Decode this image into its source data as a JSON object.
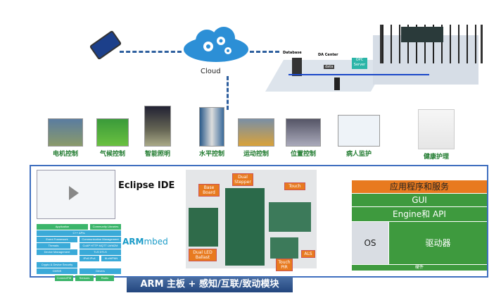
{
  "cloud": {
    "label": "Cloud"
  },
  "datacenter": {
    "database": "Database",
    "da_center": "DA Center",
    "data": "data",
    "opc": "OPC",
    "server": "Server"
  },
  "apps": [
    {
      "label": "电机控制"
    },
    {
      "label": "气候控制"
    },
    {
      "label": "智能照明"
    },
    {
      "label": "水平控制"
    },
    {
      "label": "运动控制"
    },
    {
      "label": "位置控制"
    },
    {
      "label": "病人监护"
    },
    {
      "label": "健康护理"
    }
  ],
  "software": {
    "ide": "Eclipse IDE",
    "mbed_arm": "ARM",
    "mbed": "mbed",
    "mbed_blocks": [
      "Application",
      "Community Libraries",
      "C++ APIs",
      "Event Framework",
      "Communication Management",
      "Threads",
      "CoAP HTTP MQTT LWM2M",
      "Device Management",
      "TLS DTLS",
      "IPv6 IPv4",
      "6LoWPAN",
      "Crypto & Device Security",
      "CMSIS",
      "Drivers",
      "ConnectTM",
      "Sensors",
      "Radio"
    ]
  },
  "hardware": {
    "labels": [
      "Base Board",
      "Dual Stepper",
      "Touch",
      "Dual LED Ballast",
      "Touch PIR",
      "ALS"
    ]
  },
  "stack": {
    "apps": "应用程序和服务",
    "gui": "GUI",
    "engine": "Engine和 API",
    "os": "OS",
    "drivers": "驱动器",
    "hw": "硬件"
  },
  "footer": {
    "title": "ARM 主板 + 感知/互联/致动模块"
  }
}
